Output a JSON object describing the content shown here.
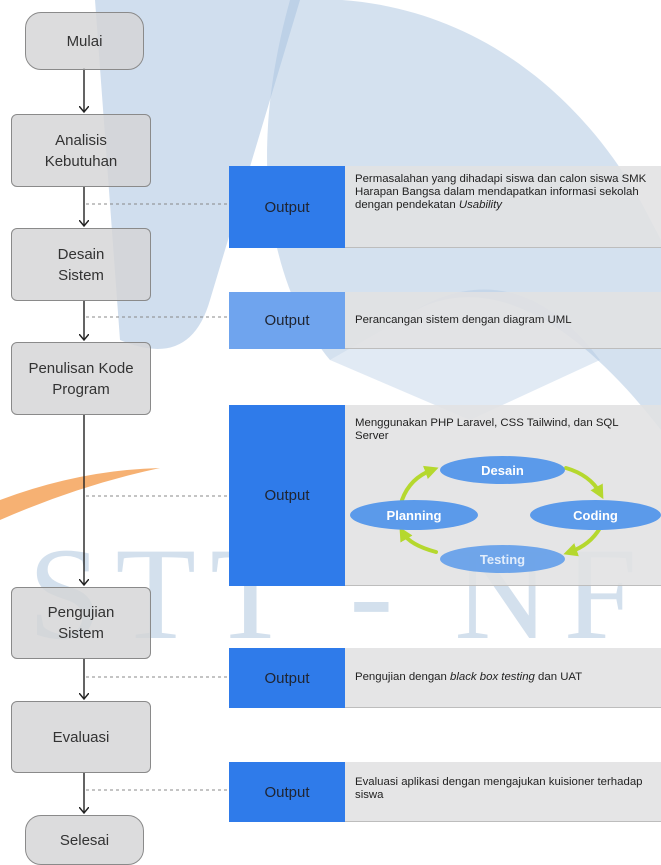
{
  "flow": {
    "mulai": "Mulai",
    "analisis": "Analisis\nKebutuhan",
    "desain": "Desain\nSistem",
    "penulisan": "Penulisan Kode\nProgram",
    "pengujian": "Pengujian\nSistem",
    "evaluasi": "Evaluasi",
    "selesai": "Selesai"
  },
  "outputs": {
    "label": "Output",
    "o1_text": "Permasalahan yang dihadapi siswa dan calon siswa SMK Harapan Bangsa dalam mendapatkan informasi sekolah dengan pendekatan ",
    "o1_italic": "Usability",
    "o2_text": "Perancangan sistem dengan diagram UML",
    "o3_text": "Menggunakan PHP Laravel, CSS Tailwind, dan SQL Server",
    "o4_pre": "Pengujian dengan ",
    "o4_italic": "black box testing",
    "o4_post": " dan UAT",
    "o5_text": "Evaluasi aplikasi dengan mengajukan kuisioner terhadap siswa"
  },
  "cycle": {
    "desain": "Desain",
    "coding": "Coding",
    "testing": "Testing",
    "planning": "Planning"
  },
  "watermark": {
    "text": "STT - NF"
  },
  "colors": {
    "output_blue": "#2f7bea",
    "output_blue_light": "#6fa4ee",
    "box_gray": "#d4d4d6",
    "cycle_blue": "#5b9aea",
    "cycle_arrow": "#b5d82e",
    "watermark": "#a9c3e0"
  }
}
